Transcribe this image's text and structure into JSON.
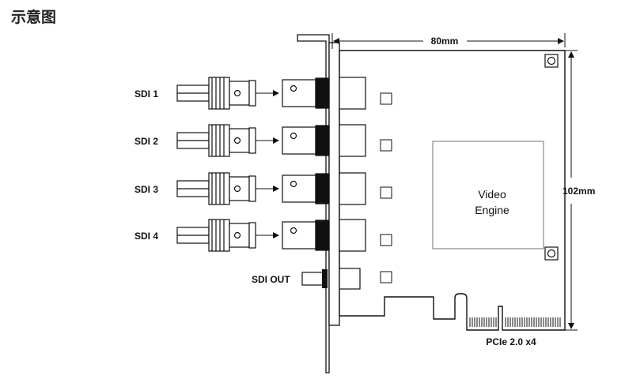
{
  "header": {
    "title": "示意图"
  },
  "diagram": {
    "ports": [
      {
        "label": "SDI 1"
      },
      {
        "label": "SDI 2"
      },
      {
        "label": "SDI 3"
      },
      {
        "label": "SDI 4"
      }
    ],
    "output_label": "SDI OUT",
    "chip": {
      "line1": "Video",
      "line2": "Engine"
    },
    "width_label": "80mm",
    "height_label": "102mm",
    "bus_label": "PCIe 2.0 x4"
  }
}
